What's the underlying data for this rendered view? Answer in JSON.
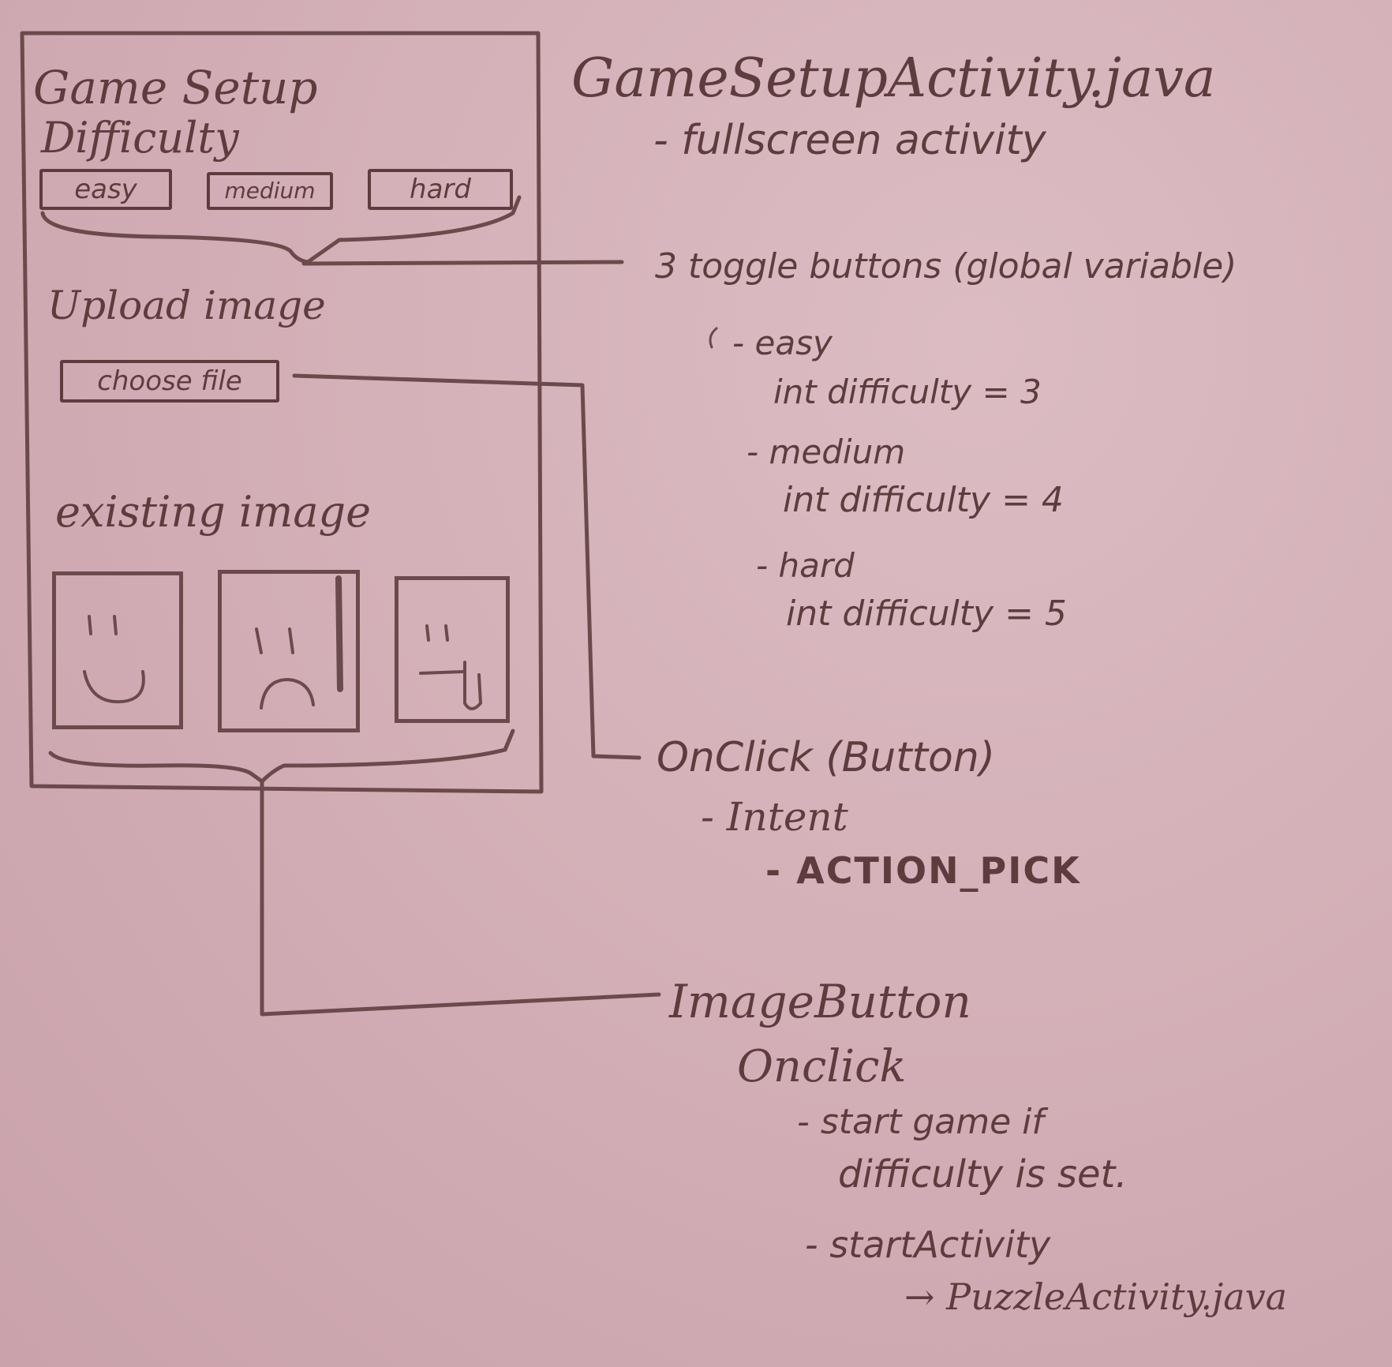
{
  "phone_mockup": {
    "title": "Game Setup",
    "difficulty_label": "Difficulty",
    "difficulty_buttons": [
      "easy",
      "medium",
      "hard"
    ],
    "upload_label": "Upload image",
    "choose_file_button": "choose file",
    "existing_label": "existing image",
    "thumbnails": [
      "smile-face-icon",
      "sad-face-icon",
      "tongue-face-icon"
    ]
  },
  "notes": {
    "file_title": "GameSetupActivity.java",
    "file_subtitle": "- fullscreen activity",
    "toggle": {
      "heading": "3 toggle buttons (global variable)",
      "easy": "- easy",
      "easy_value": "int difficulty = 3",
      "medium": "- medium",
      "medium_value": "int difficulty = 4",
      "hard": "- hard",
      "hard_value": "int difficulty = 5"
    },
    "onclick": {
      "heading": "OnClick (Button)",
      "intent": "- Intent",
      "action": "- ACTION_PICK"
    },
    "imagebutton": {
      "heading": "ImageButton",
      "onclick": "Onclick",
      "start_game_1": "- start game if",
      "start_game_2": "difficulty is set.",
      "start_activity": "- startActivity",
      "target": "→ PuzzleActivity.java"
    }
  }
}
